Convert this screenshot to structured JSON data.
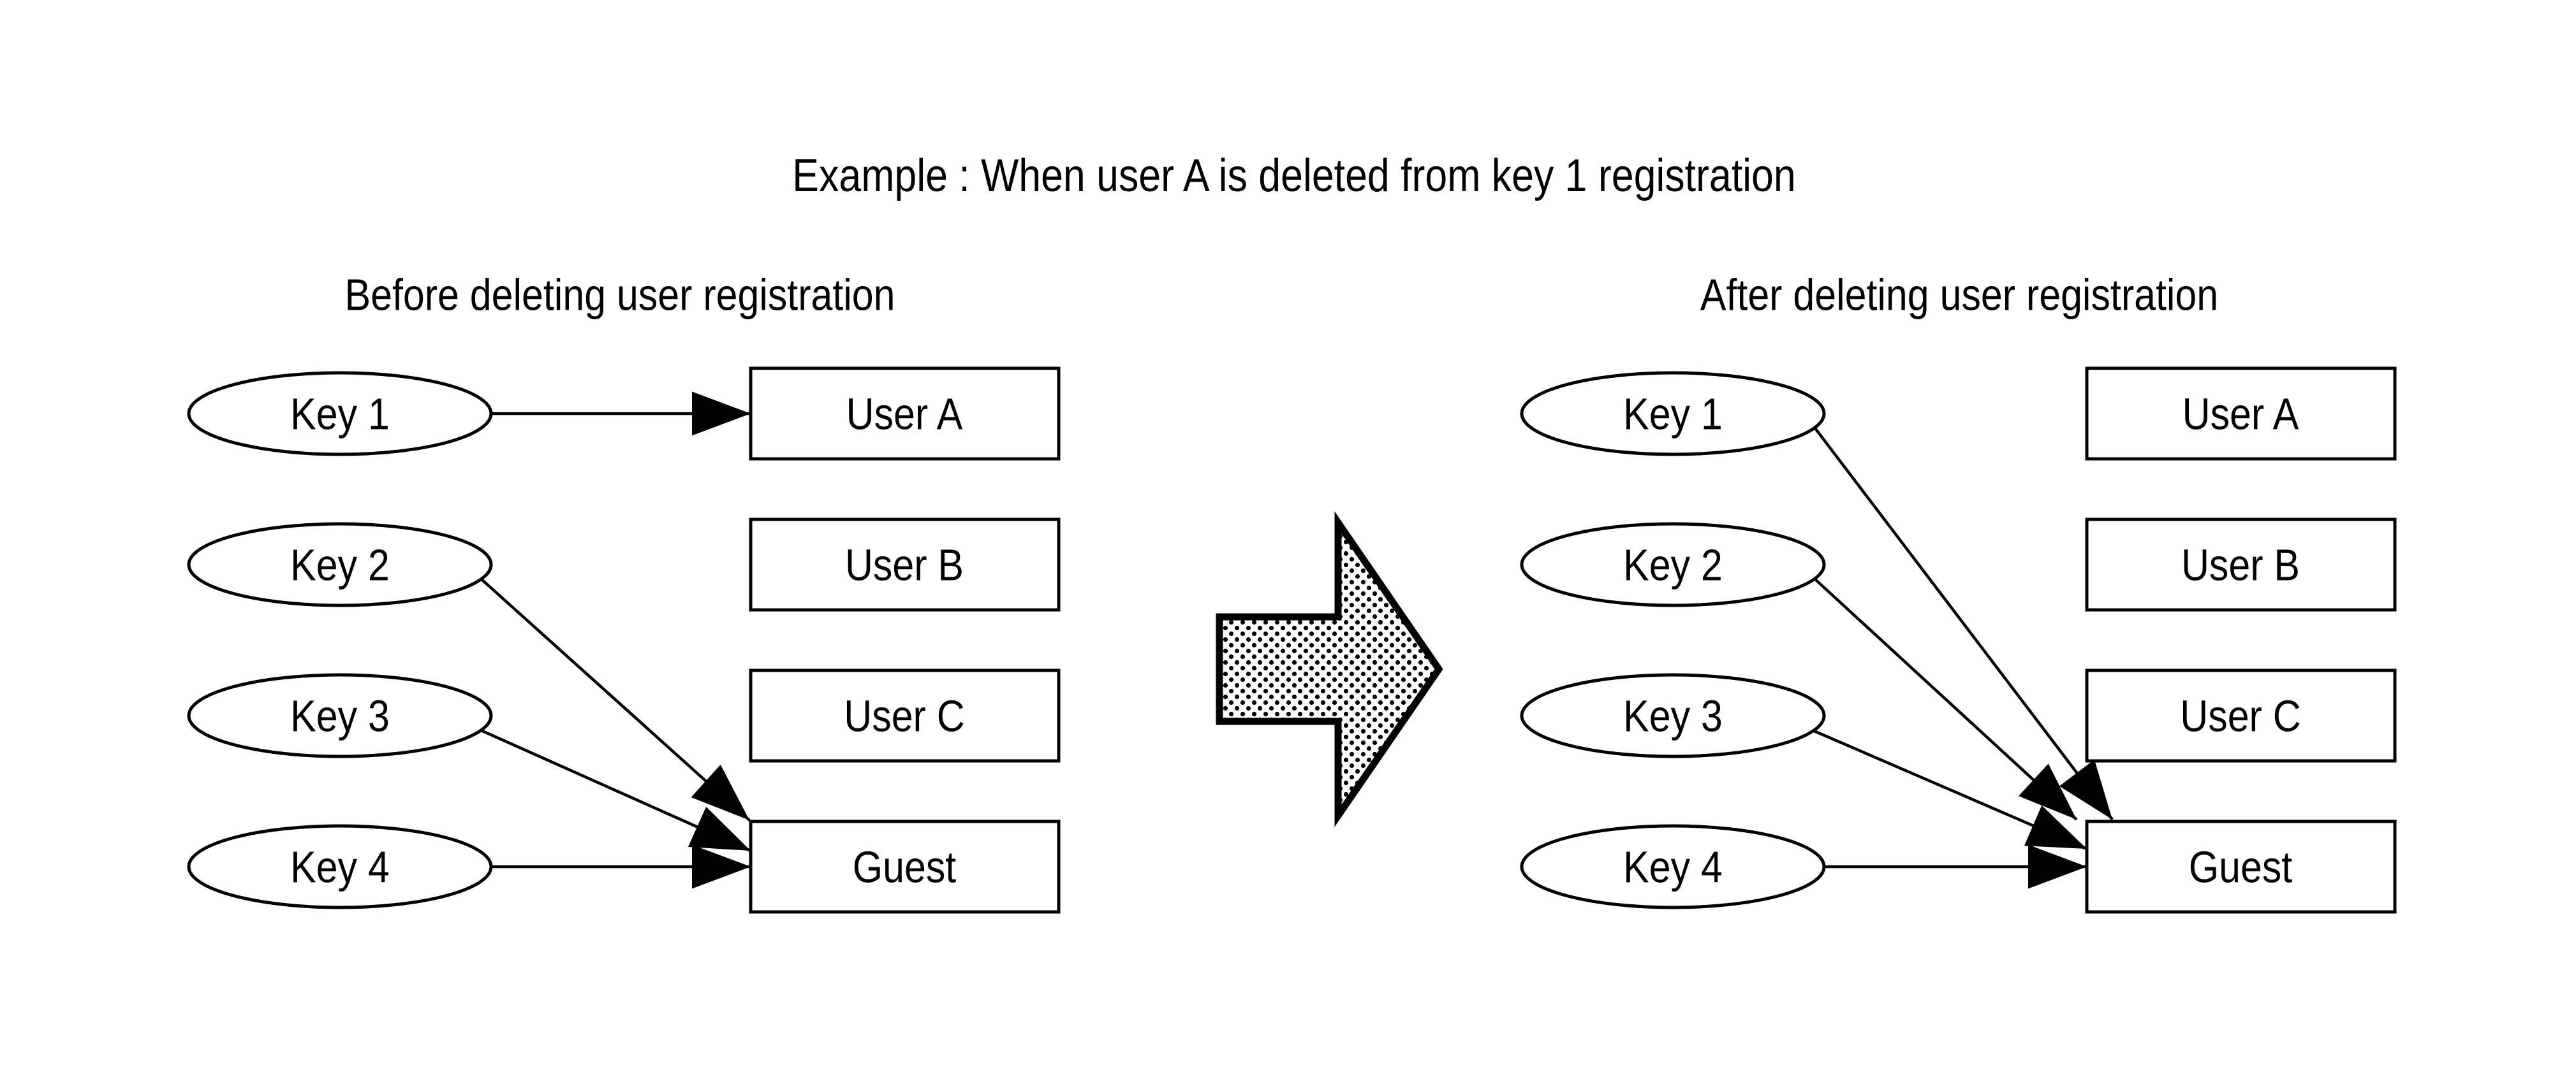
{
  "title": "Example : When user A is deleted from key 1 registration",
  "panels": {
    "before": {
      "heading": "Before deleting user registration",
      "keys": [
        {
          "label": "Key 1",
          "linked_to": "User A"
        },
        {
          "label": "Key 2",
          "linked_to": "Guest"
        },
        {
          "label": "Key 3",
          "linked_to": "Guest"
        },
        {
          "label": "Key 4",
          "linked_to": "Guest"
        }
      ],
      "users": [
        {
          "label": "User A"
        },
        {
          "label": "User B"
        },
        {
          "label": "User C"
        },
        {
          "label": "Guest"
        }
      ]
    },
    "after": {
      "heading": "After deleting user registration",
      "keys": [
        {
          "label": "Key 1",
          "linked_to": "Guest"
        },
        {
          "label": "Key 2",
          "linked_to": "Guest"
        },
        {
          "label": "Key 3",
          "linked_to": "Guest"
        },
        {
          "label": "Key 4",
          "linked_to": "Guest"
        }
      ],
      "users": [
        {
          "label": "User A"
        },
        {
          "label": "User B"
        },
        {
          "label": "User C"
        },
        {
          "label": "Guest"
        }
      ]
    }
  },
  "transition_arrow": {
    "shape": "block-arrow-right",
    "fill": "halftone-dots",
    "outline_color": "#000000"
  },
  "colors": {
    "background": "#ffffff",
    "line": "#000000",
    "node_fill": "#ffffff"
  }
}
